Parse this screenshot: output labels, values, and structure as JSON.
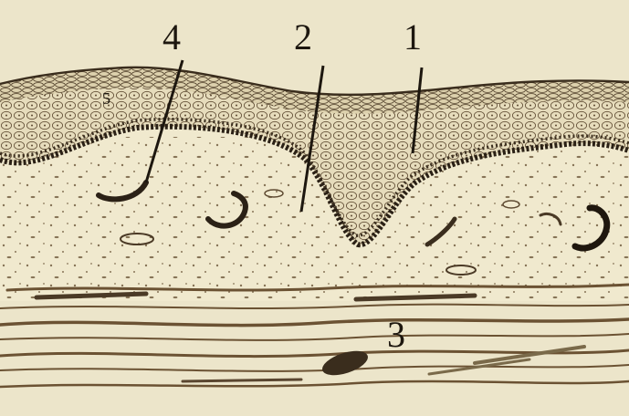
{
  "figure": {
    "labels": {
      "l1": "1",
      "l2": "2",
      "l3": "3",
      "l4": "4",
      "l5": "5"
    },
    "colors": {
      "paper": "#efe9cf",
      "ink": "#2b2116",
      "epithelium": "#e8dfc0",
      "stroma": "#f1ebd2",
      "fibers": "#6b5233"
    }
  }
}
